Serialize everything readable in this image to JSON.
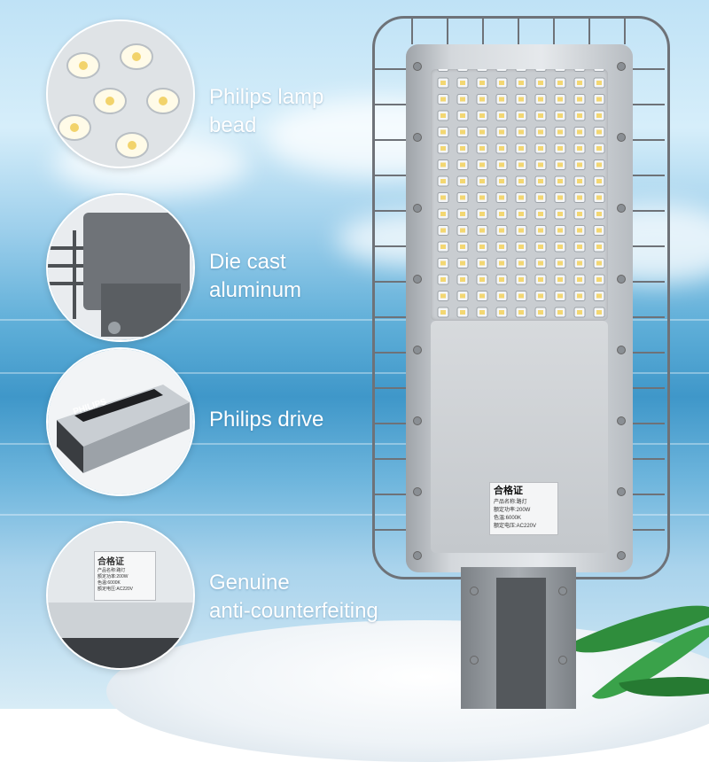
{
  "features": [
    {
      "label_line1": "Philips lamp",
      "label_line2": "bead",
      "icon": "led-bead-icon"
    },
    {
      "label_line1": "Die cast",
      "label_line2": "aluminum",
      "icon": "die-cast-housing-icon"
    },
    {
      "label_line1": "Philips drive",
      "label_line2": "",
      "icon": "driver-box-icon"
    },
    {
      "label_line1": "Genuine",
      "label_line2": "anti-counterfeiting",
      "icon": "certificate-icon"
    }
  ],
  "driver": {
    "brand": "PHILIPS"
  },
  "certificate": {
    "title": "合格证",
    "product_name": "产品名称:路灯",
    "power": "额定功率:200W",
    "color_temp": "色温:6000K",
    "voltage": "额定电压:AC220V"
  },
  "colors": {
    "sky": "#bfe2f6",
    "sea": "#3f97c9",
    "housing": "#6e7278",
    "text": "#ffffff"
  }
}
